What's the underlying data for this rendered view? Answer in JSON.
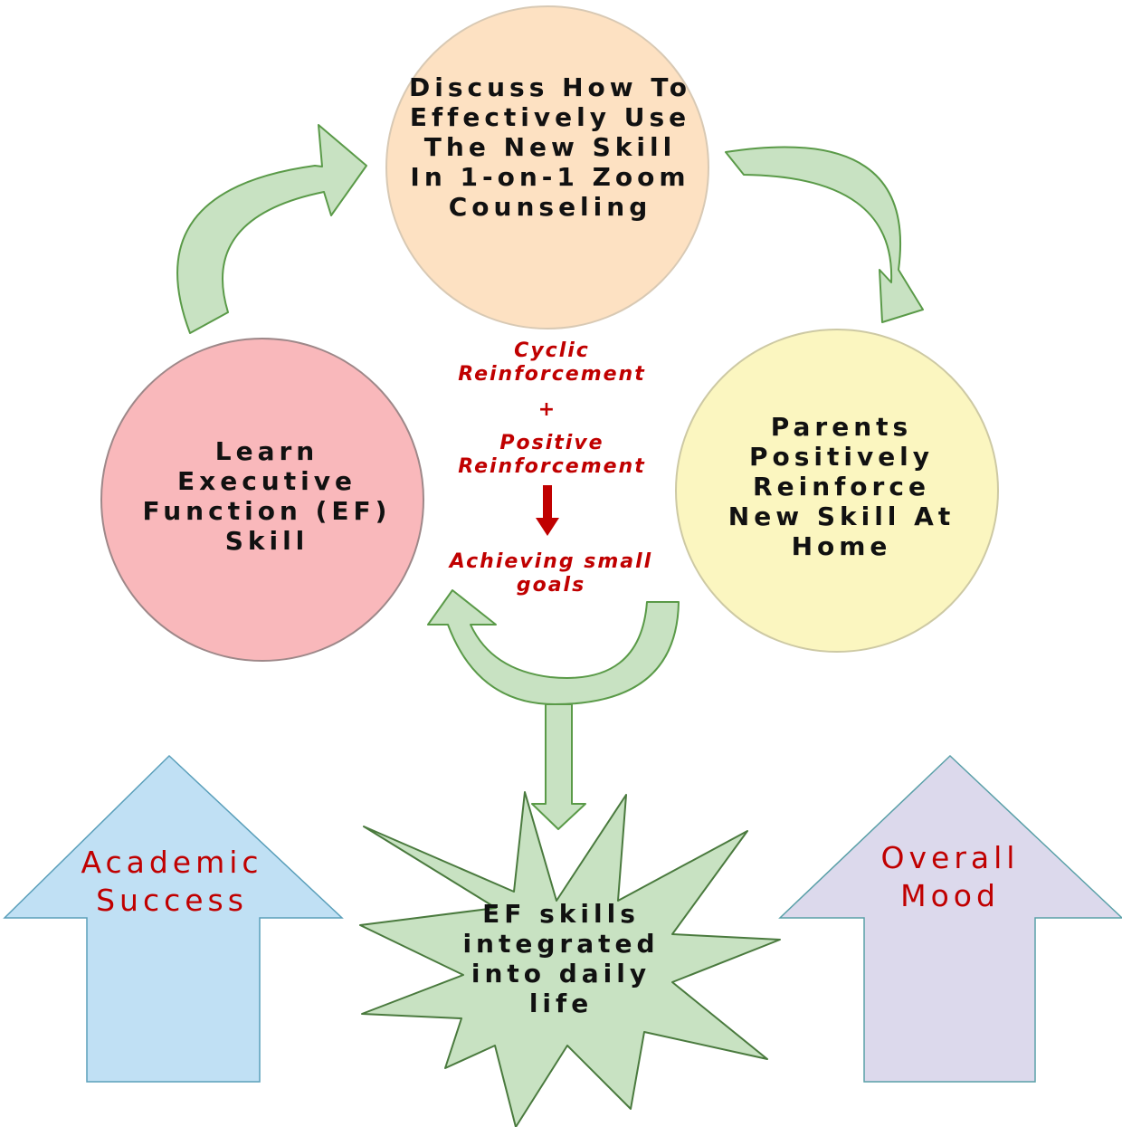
{
  "nodes": {
    "top": "Discuss How To Effectively Use The New Skill In 1-on-1 Zoom Counseling",
    "left": "Learn Executive Function (EF) Skill",
    "right": "Parents Positively Reinforce New Skill At Home",
    "star": "EF skills integrated into daily life"
  },
  "center": {
    "line1": "Cyclic Reinforcement",
    "plus": "+",
    "line2": "Positive Reinforcement",
    "result": "Achieving small goals"
  },
  "outcomes": {
    "left": "Academic Success",
    "right": "Overall Mood"
  },
  "colors": {
    "top_circle": "#fde1c2",
    "left_circle": "#f9b8bb",
    "right_circle": "#fbf6c0",
    "cycle_arrow": "#c8e2c2",
    "cycle_arrow_stroke": "#5a9a48",
    "left_up_arrow": "#c0e0f4",
    "right_up_arrow": "#dcd9ec",
    "accent_red": "#c00000"
  }
}
